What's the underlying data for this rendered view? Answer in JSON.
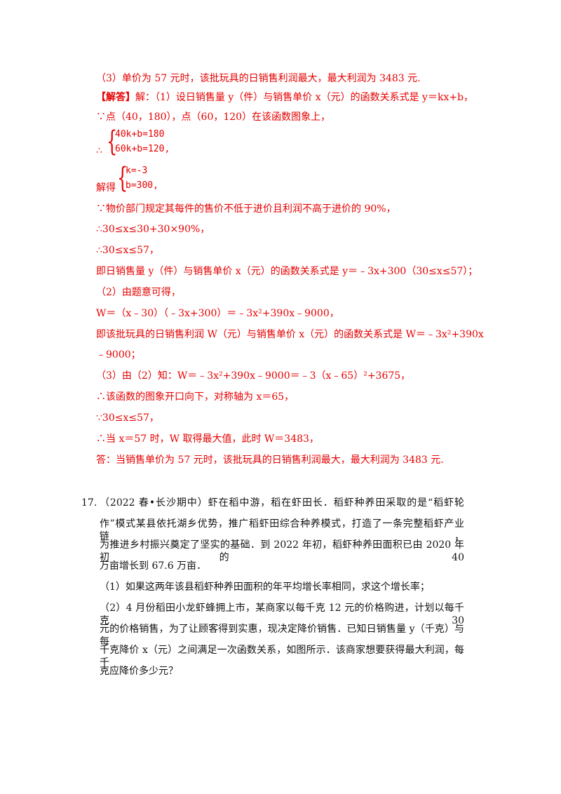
{
  "answer": {
    "line_part3_conclusion": "（3）单价为 57 元时，该批玩具的日销售利润最大，最大利润为 3483 元.",
    "answer_tag": "【解答】",
    "line_solution_intro": "解：（1）设日销售量 y（件）与销售单价 x（元）的函数关系式是 y＝kx+b，",
    "line_points": "∵点（40，180），点（60，120）在该函数图象上，",
    "therefore_symbol": "∴",
    "system1_row1": "40k+b=180",
    "system1_row2": "60k+b=120,",
    "solve_label": "解得",
    "system2_row1": "k=-3",
    "system2_row2": "b=300,",
    "line_price_rule": "∵物价部门规定其每件的售价不低于进价且利润不高于进价的 90%，",
    "line_range1": "∴30≤x≤30+30×90%，",
    "line_range2": "∴30≤x≤57，",
    "line_relation": "即日销售量 y（件）与销售单价 x（元）的函数关系式是 y＝﹣3x+300（30≤x≤57）；",
    "line_part2": "（2）由题意可得，",
    "line_W_expand": "W＝（x﹣30）（﹣3x+300）＝﹣3x²+390x﹣9000，",
    "line_W_relation_a": "即该批玩具的日销售利润 W（元）与销售单价 x（元）的函数关系式是 W＝﹣3x²+390x",
    "line_W_relation_b": "﹣9000；",
    "line_part3": "（3）由（2）知：W＝﹣3x²+390x﹣9000＝﹣3（x﹣65）²+3675，",
    "line_opens_down": "∴该函数的图象开口向下，对称轴为 x＝65，",
    "line_range3": "∵30≤x≤57，",
    "line_max": "∴当 x＝57 时，W 取得最大值，此时 W＝3483，",
    "line_final": "答：当销售单价为 57 元时，该批玩具的日销售利润最大，最大利润为 3483 元."
  },
  "problem17": {
    "number": "17.",
    "line1": "（2022 春•长沙期中）虾在稻中游，稻在虾田长．稻虾种养田采取的是“稻虾轮",
    "line2": "作”模式某县依托湖乡优势，推广稻虾田综合种养模式，打造了一条完整稻虾产业链，",
    "line3": "为推进乡村振兴奠定了坚实的基础．到 2022 年初，稻虾种养田面积已由 2020 年初的 40",
    "line4": "万亩增长到 67.6 万亩．",
    "q1": "（1）如果这两年该县稻虾种养田面积的年平均增长率相同，求这个增长率；",
    "q2_line1": "（2）4 月份稻田小龙虾蜂拥上市，某商家以每千克 12 元的价格购进，计划以每千克 30",
    "q2_line2": "元的价格销售，为了让顾客得到实惠，现决定降价销售．已知日销售量 y（千克）与每",
    "q2_line3": "千克降价 x（元）之间满足一次函数关系，如图所示．该商家想要获得最大利润，每千",
    "q2_line4": "克应降价多少元？"
  },
  "colors": {
    "answer_text": "#e60000",
    "problem_text": "#111111"
  }
}
